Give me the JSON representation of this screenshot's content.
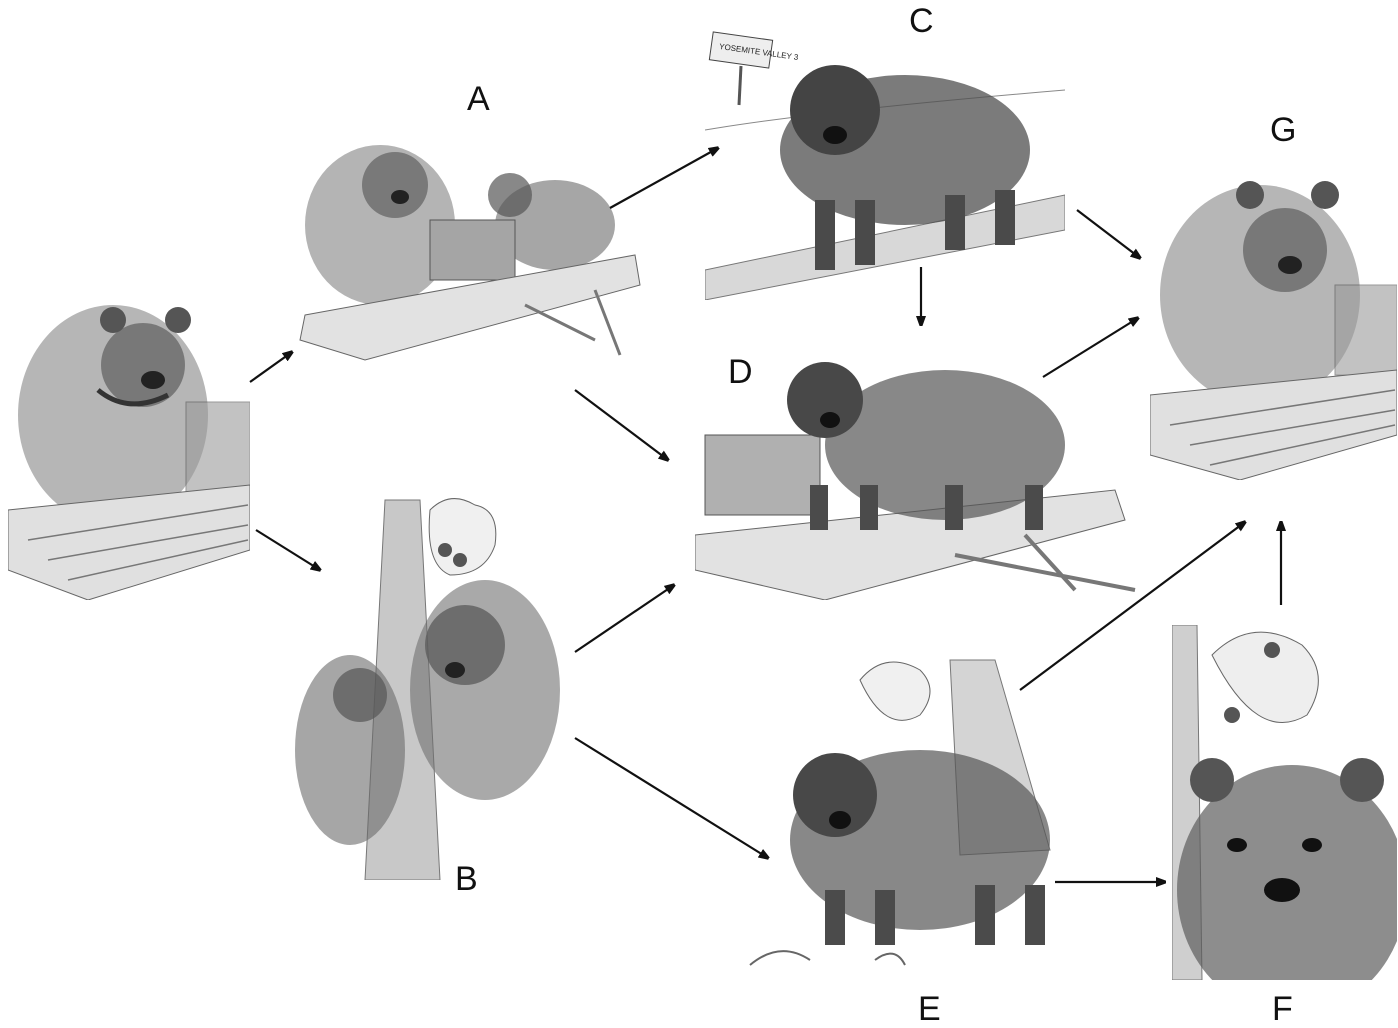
{
  "labels": {
    "A": "A",
    "B": "B",
    "C": "C",
    "D": "D",
    "E": "E",
    "F": "F",
    "G": "G"
  },
  "sign_text": "YOSEMITE VALLEY 3",
  "colors": {
    "sketch": "#4a4a4a",
    "fur": "#6b6b6b",
    "paper": "#fafafa",
    "arrow": "#111111"
  }
}
